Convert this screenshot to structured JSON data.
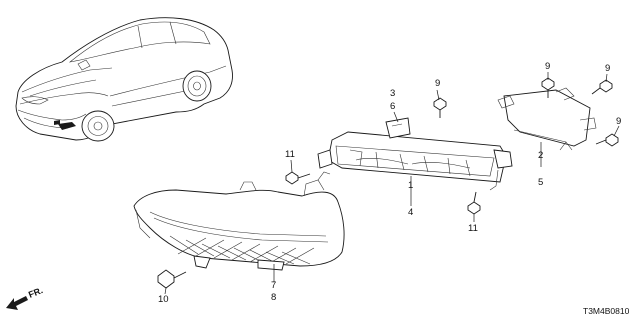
{
  "diagram": {
    "diagram_code": "T3M4B0810",
    "direction_label": "FR.",
    "callouts": [
      {
        "id": "callout-1",
        "numbers": [
          "1",
          "4"
        ]
      },
      {
        "id": "callout-2",
        "numbers": [
          "2",
          "5"
        ]
      },
      {
        "id": "callout-3",
        "numbers": [
          "3",
          "6"
        ]
      },
      {
        "id": "callout-7",
        "numbers": [
          "7",
          "8"
        ]
      },
      {
        "id": "callout-9a",
        "numbers": [
          "9"
        ]
      },
      {
        "id": "callout-9b",
        "numbers": [
          "9"
        ]
      },
      {
        "id": "callout-9c",
        "numbers": [
          "9"
        ]
      },
      {
        "id": "callout-9d",
        "numbers": [
          "9"
        ]
      },
      {
        "id": "callout-10",
        "numbers": [
          "10"
        ]
      },
      {
        "id": "callout-11a",
        "numbers": [
          "11"
        ]
      },
      {
        "id": "callout-11b",
        "numbers": [
          "11"
        ]
      }
    ]
  }
}
